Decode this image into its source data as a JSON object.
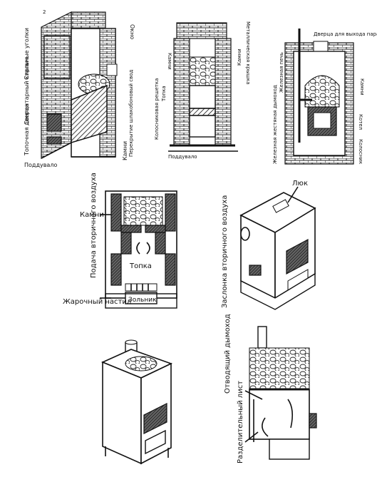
{
  "figures": {
    "fig1": {
      "page_mark": "2",
      "labels": {
        "okno": "Окно",
        "steel_corners": "Стальные уголки",
        "cement_brick": "Сенгентарный кирпич",
        "firebox_door": "Топочная дверца",
        "ash_pit": "Поддувало",
        "stones": "Камни",
        "overlap": "Перекрытие шлакобоновый свод"
      }
    },
    "fig2": {
      "labels": {
        "stones_top": "Камни",
        "stones_right": "Камни",
        "firebox": "Топка",
        "grate": "Колосниковая решетка",
        "ash": "Поддувало",
        "chimney": "Металлическая крышка"
      }
    },
    "fig3": {
      "labels": {
        "door_steam": "Дверца для выхода пара",
        "chimney_pipe": "Железная жестяная дымоход",
        "heater": "Железная печь",
        "stones": "Камни",
        "boiler": "Котел",
        "grill": "Колосник"
      }
    },
    "fig4": {
      "labels": {
        "stones": "Камни",
        "secondary_air": "Подача вторичного воздуха",
        "firebox": "Топка",
        "grate_floor": "Жарочный настил",
        "ash_pit": "Зольник"
      }
    },
    "fig5": {
      "labels": {
        "hatch": "Люк",
        "air_damper": "Заслонка вторичного воздуха"
      }
    },
    "fig7": {
      "labels": {
        "flue": "Отводящий дымоход",
        "divider": "Разделительный лист"
      }
    }
  }
}
